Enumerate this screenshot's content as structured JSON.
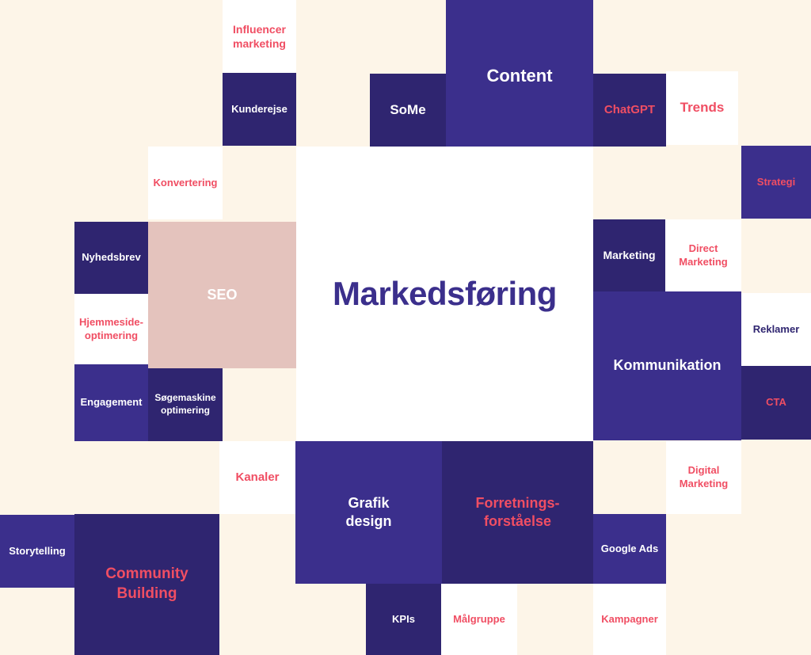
{
  "colors": {
    "background": "#FDF5E8",
    "dark_tile": "#2F2570",
    "purple_tile": "#3B2F8C",
    "accent_text": "#F04E63",
    "seo_tile": "#E4C3BD"
  },
  "center": {
    "title": "Markedsføring"
  },
  "tiles": {
    "influencer_marketing": "Influencer\nmarketing",
    "kunderejse": "Kunderejse",
    "some": "SoMe",
    "content": "Content",
    "chatgpt": "ChatGPT",
    "trends": "Trends",
    "konvertering": "Konvertering",
    "strategi": "Strategi",
    "nyhedsbrev": "Nyhedsbrev",
    "seo": "SEO",
    "marketing": "Marketing",
    "direct_marketing": "Direct\nMarketing",
    "hjemmeside_optimering": "Hjemmeside-\noptimering",
    "reklamer": "Reklamer",
    "kommunikation": "Kommunikation",
    "engagement": "Engagement",
    "sogemaskine_optimering": "Søgemaskine\noptimering",
    "cta": "CTA",
    "kanaler": "Kanaler",
    "digital_marketing": "Digital\nMarketing",
    "grafik_design": "Grafik\ndesign",
    "forretningsforstaaelse": "Forretnings-\nforståelse",
    "storytelling": "Storytelling",
    "community_building": "Community\nBuilding",
    "google_ads": "Google Ads",
    "kpis": "KPIs",
    "malgruppe": "Målgruppe",
    "kampagner": "Kampagner"
  }
}
